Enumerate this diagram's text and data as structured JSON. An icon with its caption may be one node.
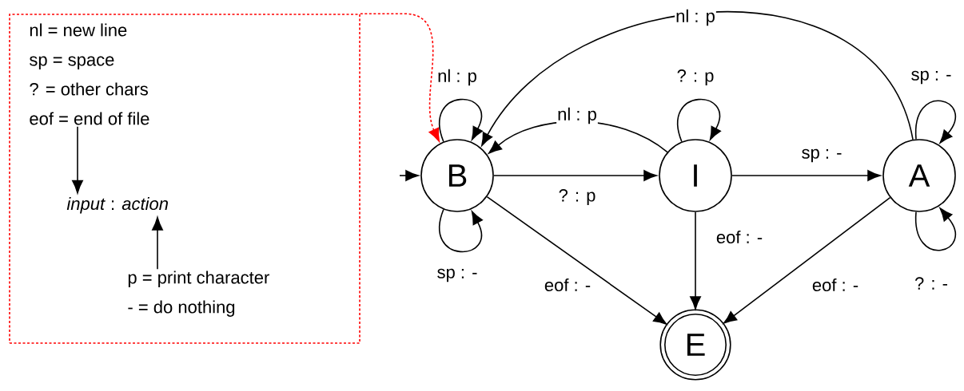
{
  "diagram": {
    "nodes": [
      {
        "text": [],
        "shape": "box"
      },
      {
        "text": [
          "nl = new line",
          "sp = space",
          "? = other chars",
          "eof = end of file"
        ],
        "in": 0
      },
      {
        "text": [
          "*input* : *action*"
        ],
        "in": 0
      },
      {
        "text": [
          "p = print character",
          "- = do nothing"
        ],
        "in": 0
      },
      {
        "text": [
          "B"
        ]
      },
      {
        "text": [
          "I"
        ]
      },
      {
        "text": [
          "A"
        ]
      },
      {
        "text": [
          "E"
        ]
      }
    ],
    "edges": [
      {
        "from": 0,
        "to": 4,
        "arrow": "to",
        "style": "dashed",
        "color": "#ff0000"
      },
      {
        "from": null,
        "to": 4,
        "arrow": "to"
      },
      {
        "from": 4,
        "to": 4,
        "arrow": "to",
        "label": "nl : p"
      },
      {
        "from": 4,
        "to": 4,
        "arrow": "to",
        "label": "sp : -"
      },
      {
        "from": 4,
        "to": 5,
        "arrow": "to",
        "label": "? : p"
      },
      {
        "from": 5,
        "to": 4,
        "arrow": "to",
        "label": "nl : p"
      },
      {
        "from": 5,
        "to": 5,
        "arrow": "to",
        "label": "? : p"
      },
      {
        "from": 5,
        "to": 6,
        "arrow": "to",
        "label": "sp : -"
      },
      {
        "from": 6,
        "to": 4,
        "arrow": "to",
        "label": "nl : p"
      },
      {
        "from": 6,
        "to": 6,
        "arrow": "to",
        "label": "sp : -"
      },
      {
        "from": 6,
        "to": 6,
        "arrow": "to",
        "label": "? : -"
      },
      {
        "from": 4,
        "to": 7,
        "arrow": "to",
        "label": "eof : -"
      },
      {
        "from": 5,
        "to": 7,
        "arrow": "to",
        "label": "eof : -"
      },
      {
        "from": 6,
        "to": 7,
        "arrow": "to",
        "label": "eof : -"
      },
      {
        "from": 1,
        "to": 2,
        "arrow": "to"
      },
      {
        "from": 3,
        "to": 2,
        "arrow": "to"
      }
    ]
  }
}
